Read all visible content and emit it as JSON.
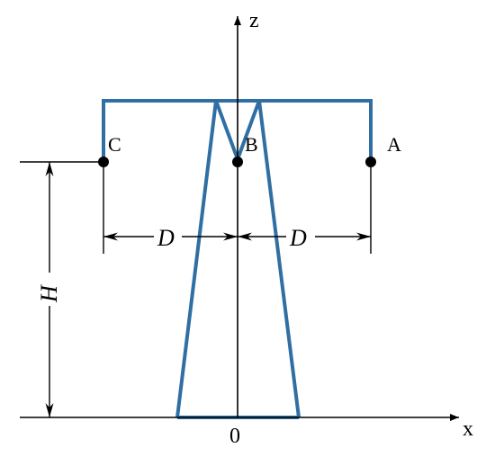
{
  "diagram": {
    "axes": {
      "z_label": "z",
      "x_label": "x",
      "origin_label": "0"
    },
    "points": [
      {
        "id": "C",
        "label": "C"
      },
      {
        "id": "B",
        "label": "B"
      },
      {
        "id": "A",
        "label": "A"
      }
    ],
    "dimensions": {
      "left_D": "D",
      "right_D": "D",
      "height_H": "H"
    },
    "colors": {
      "structure": "#2f6fa3",
      "lines": "#000000",
      "background": "#ffffff"
    }
  }
}
